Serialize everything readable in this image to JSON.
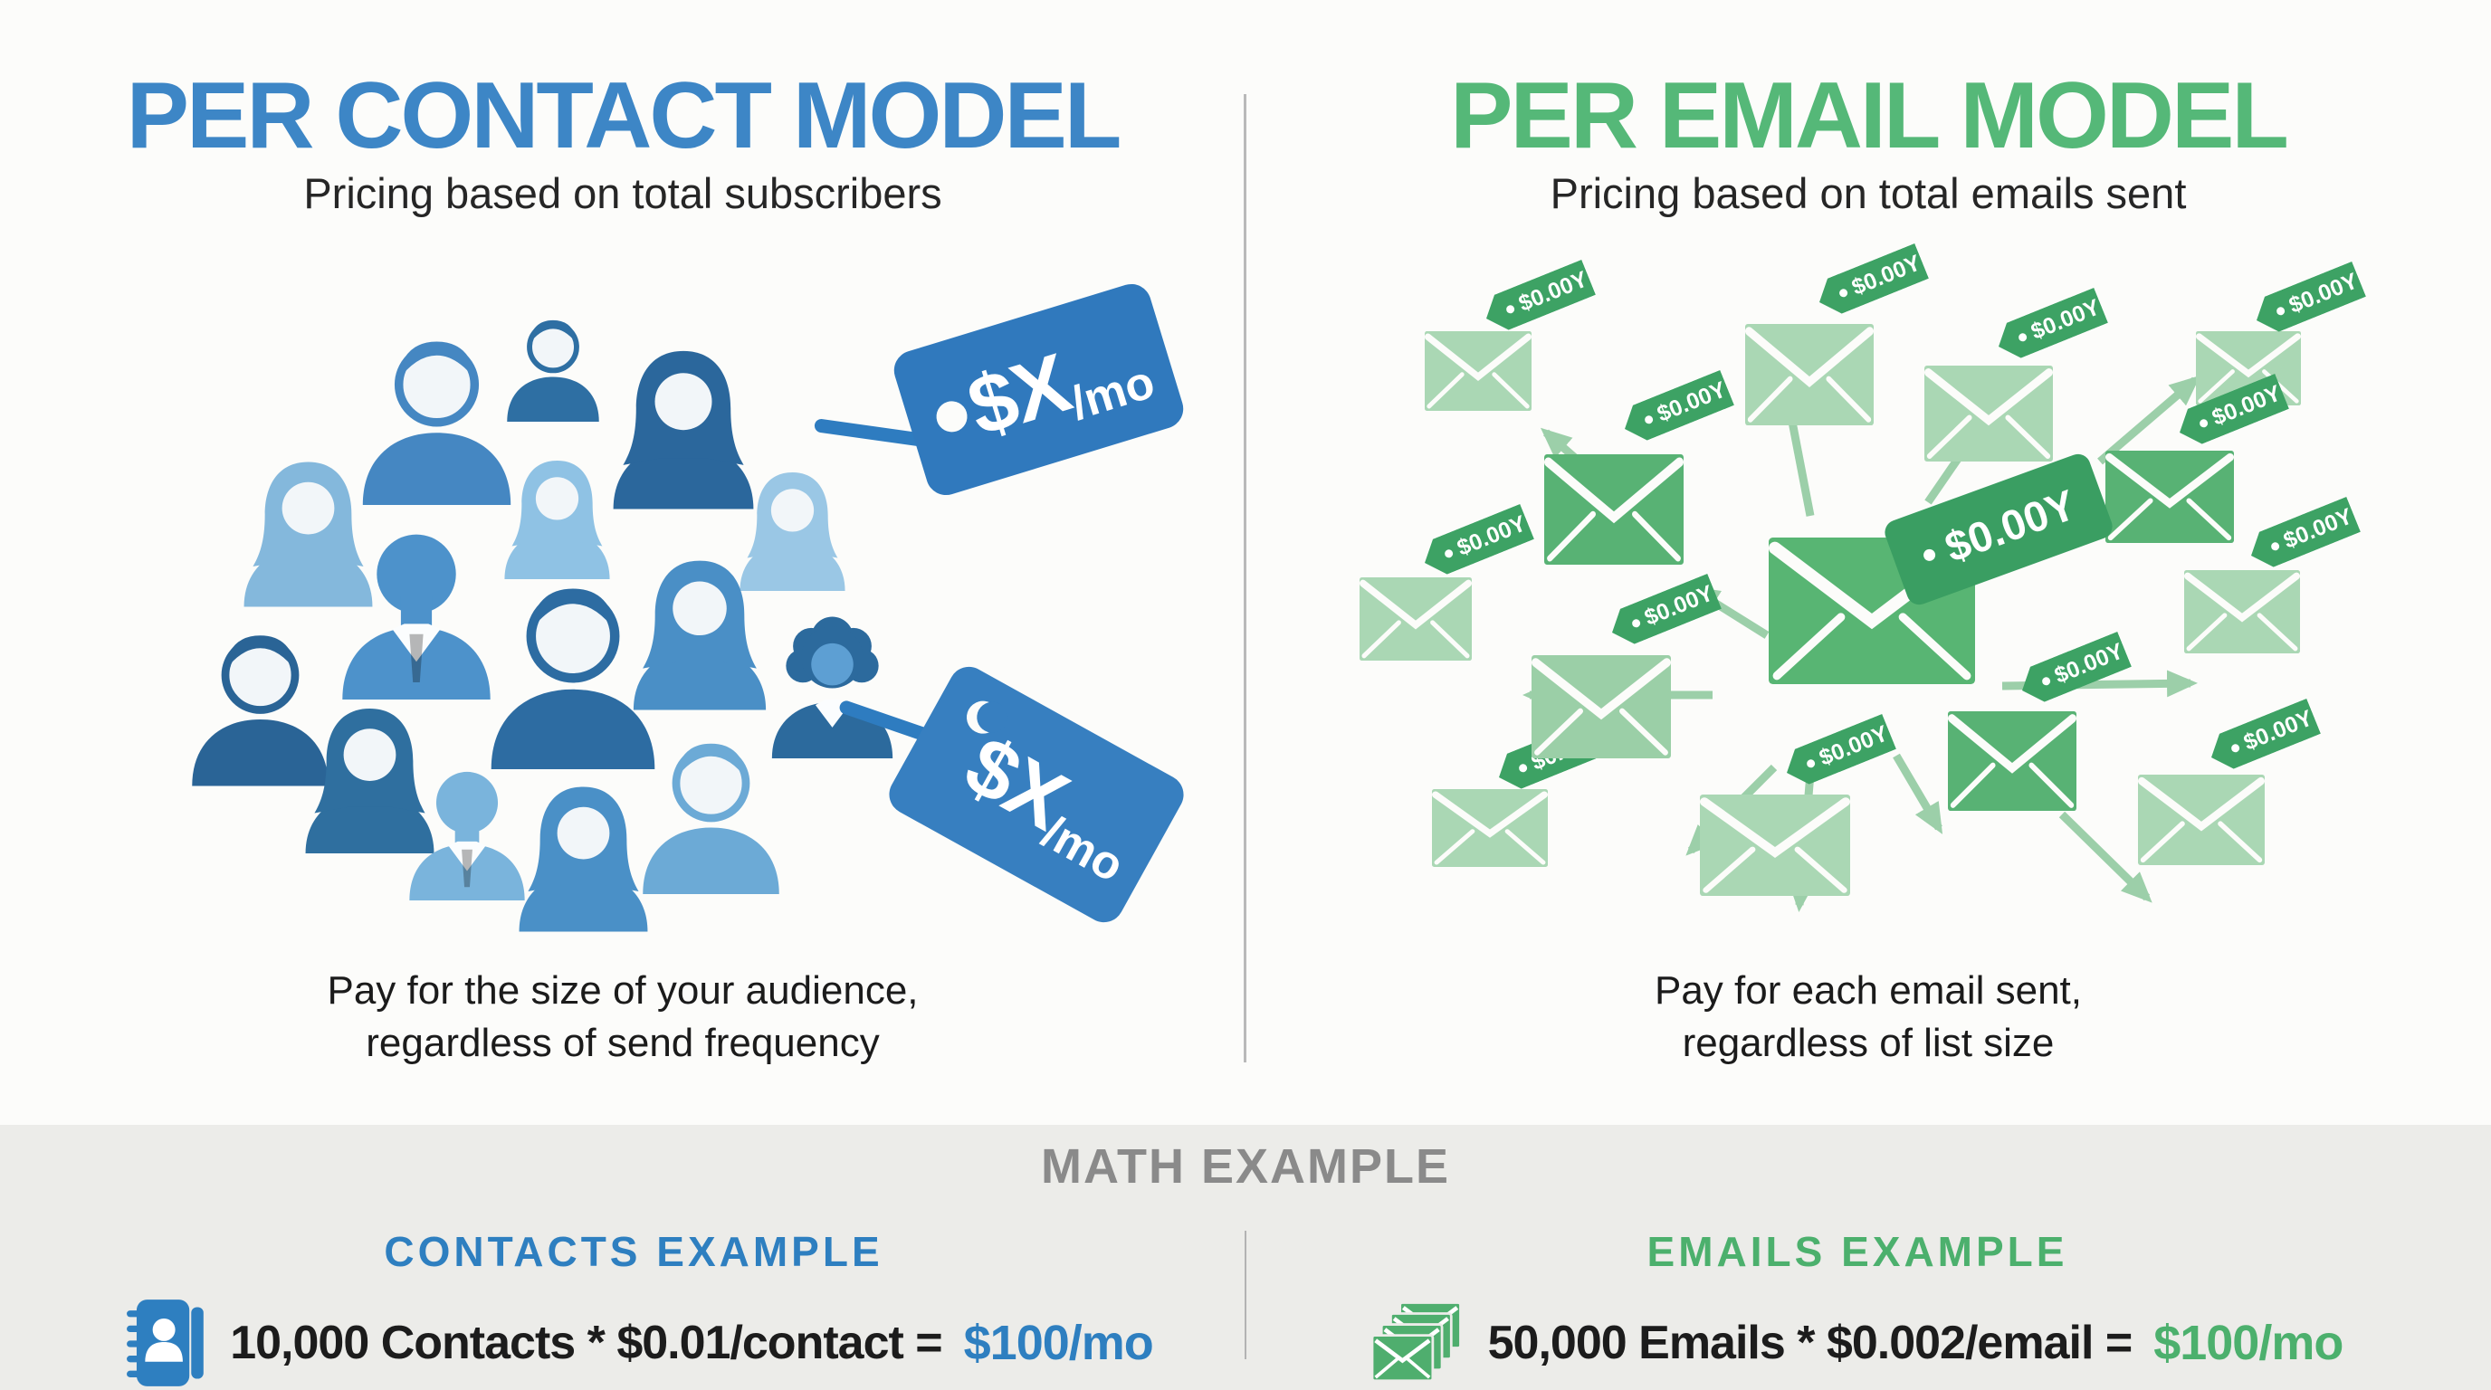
{
  "left": {
    "title": "PER CONTACT MODEL",
    "subtitle": "Pricing based on total subscribers",
    "tag_price": "$X",
    "tag_unit": "/mo",
    "caption1": "Pay for the size of your audience,",
    "caption2": "regardless of send frequency",
    "title_color": "#3d86c6",
    "tag_color": "#3079bd"
  },
  "right": {
    "title": "PER EMAIL MODEL",
    "subtitle": "Pricing based on total emails sent",
    "center_tag": "$0.00Y",
    "small_tag": "$0.00Y",
    "caption1": "Pay for each email sent,",
    "caption2": "regardless of list size",
    "title_color": "#55b878",
    "envelope_light": "#aad7b4",
    "envelope_medium": "#58b274",
    "tag_color": "#3da264",
    "arrow_color": "#9ccfa9"
  },
  "math": {
    "title": "MATH EXAMPLE",
    "contacts_heading": "CONTACTS EXAMPLE",
    "contacts_formula": "10,000 Contacts * $0.01/contact =",
    "contacts_total": "$100/mo",
    "emails_heading": "EMAILS EXAMPLE",
    "emails_formula": "50,000 Emails * $0.002/email =",
    "emails_total": "$100/mo",
    "accent_blue": "#2e7fc0",
    "accent_green": "#4cb06d"
  }
}
